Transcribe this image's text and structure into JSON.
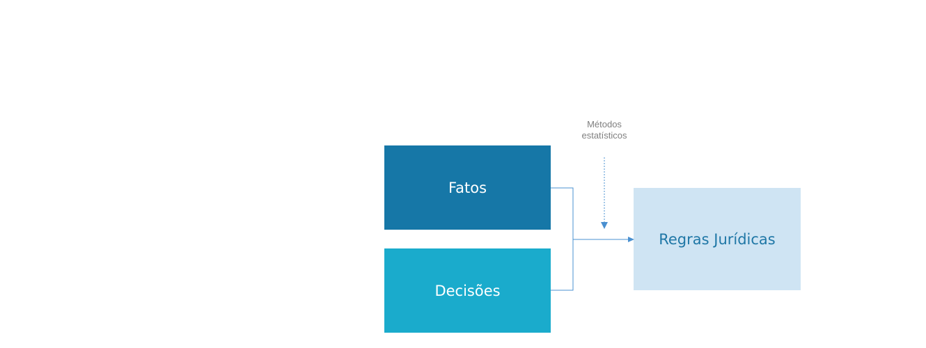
{
  "diagram": {
    "nodes": {
      "fatos": {
        "label": "Fatos"
      },
      "decisoes": {
        "label": "Decisões"
      },
      "regras": {
        "label": "Regras Jurídicas"
      }
    },
    "method": {
      "line1": "Métodos",
      "line2": "estatísticos"
    },
    "colors": {
      "fatos_fill": "#1677a7",
      "decisoes_fill": "#1aabcc",
      "regras_fill": "#cfe4f3",
      "regras_text": "#1f77a6",
      "connector": "#4a90d0",
      "method_text": "#7f7f7f"
    }
  }
}
